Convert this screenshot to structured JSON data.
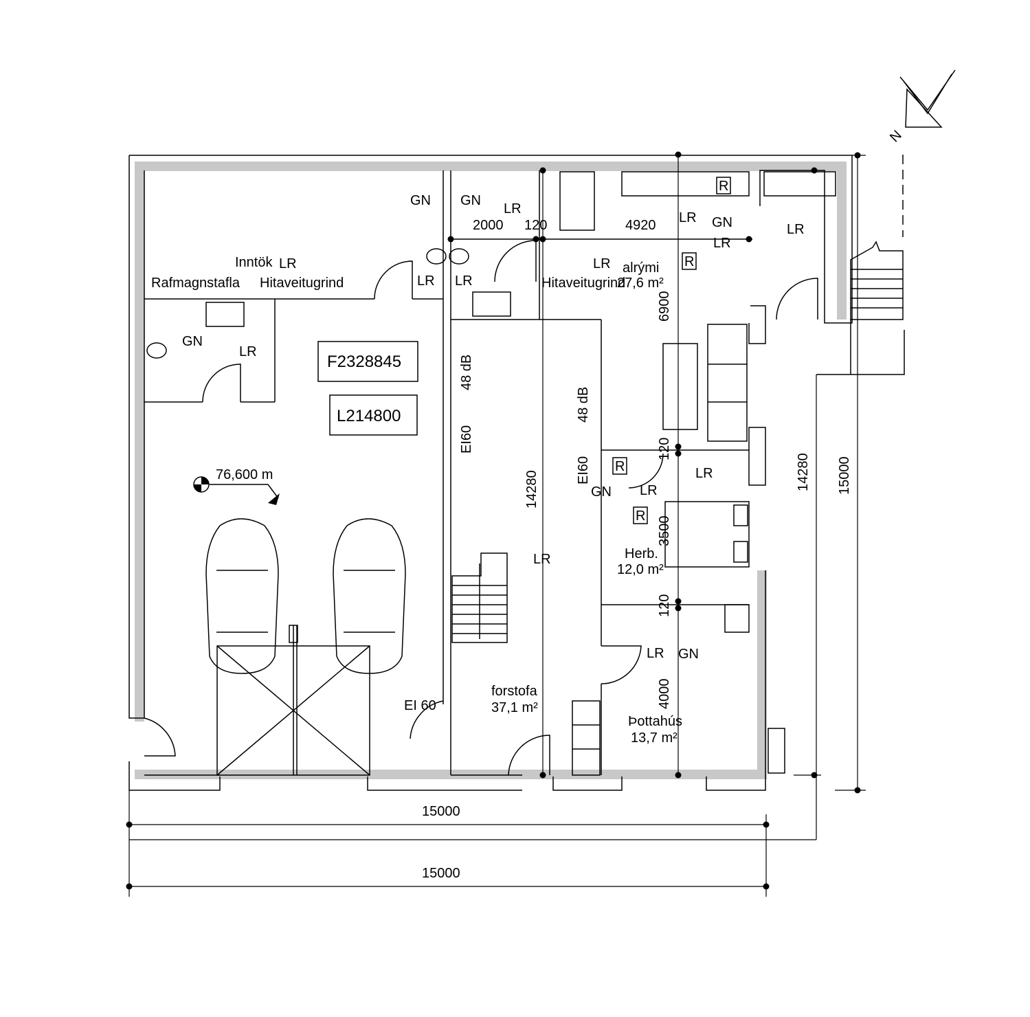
{
  "plan": {
    "parcel_id": "F2328845",
    "land_id": "L214800",
    "elevation": "76,600 m",
    "garage": {
      "labels": [
        "Inntök",
        "LR",
        "Rafmagnstafla",
        "Hitaveitugrind",
        "LR",
        "GN",
        "LR",
        "GN",
        "GN"
      ],
      "sound_rating": "48 dB",
      "fire_rating": "EI60",
      "door_fire_rating": "EI 60"
    },
    "rooms": {
      "living": {
        "name": "alrými",
        "area": "27,6 m²",
        "width": "4920",
        "depth": "6900"
      },
      "entrance": {
        "name": "forstofa",
        "area": "37,1 m²",
        "length": "14280"
      },
      "bedroom": {
        "name": "Herb.",
        "area": "12,0 m²",
        "depth": "3500"
      },
      "laundry": {
        "name": "Þottahús",
        "area": "13,7 m²",
        "depth": "4000"
      }
    },
    "misc_labels": {
      "lr": "LR",
      "gn": "GN",
      "r": "R",
      "wall120": "120",
      "d2000": "2000",
      "hitaveitugrind2": "Hitaveitugrind",
      "sound2": "48 dB",
      "fire2": "EI60"
    },
    "dimensions": {
      "bottom_inner": "15000",
      "bottom_outer": "15000",
      "right_inner": "14280",
      "right_outer": "15000"
    },
    "north_label": "N"
  }
}
